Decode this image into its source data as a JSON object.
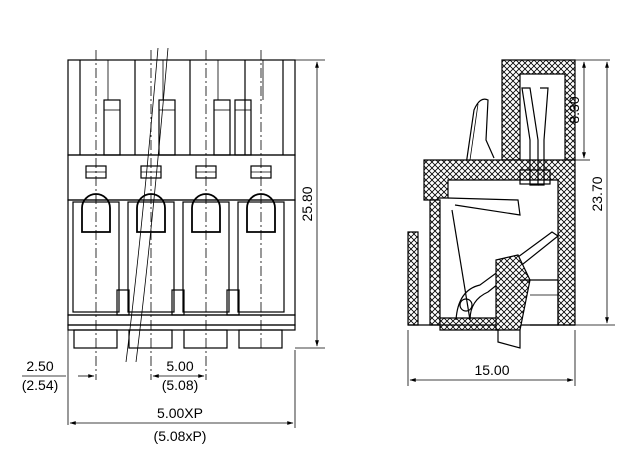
{
  "front_view": {
    "pin_count": 4,
    "height_label": "25.80",
    "edge_label": "2.50",
    "edge_label_alt": "(2.54)",
    "pitch_label": "5.00",
    "pitch_label_alt": "(5.08)",
    "total_label": "5.00XP",
    "total_label_alt": "(5.08xP)"
  },
  "side_view": {
    "top_label": "8.30",
    "height_label": "23.70",
    "width_label": "15.00"
  },
  "colors": {
    "line": "#000000",
    "background": "#ffffff"
  }
}
